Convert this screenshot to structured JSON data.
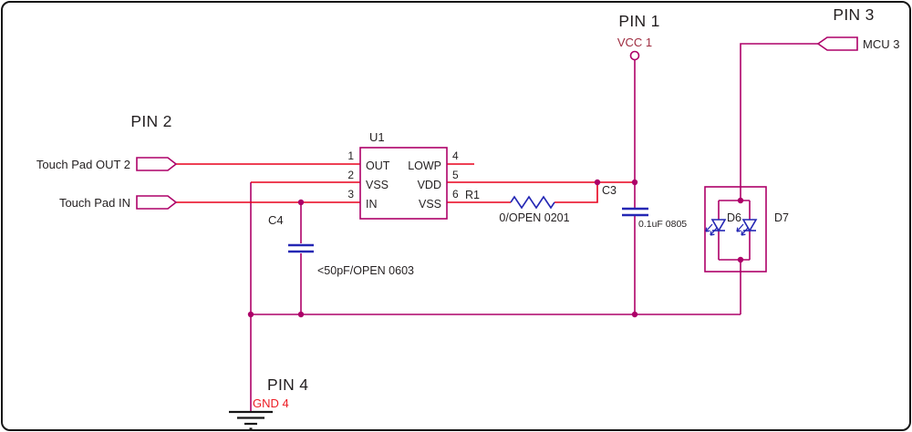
{
  "colors": {
    "wire_red": "#e8001c",
    "wire_magenta": "#ad0068",
    "component_blue": "#2427b4",
    "text_black": "#231f20",
    "vcc_text": "#9e2b3f",
    "gnd_text": "#ed1c24"
  },
  "header_pins": {
    "pin1": "PIN 1",
    "pin2": "PIN 2",
    "pin3": "PIN 3",
    "pin4": "PIN 4"
  },
  "nets": {
    "vcc": "VCC 1",
    "mcu": "MCU 3",
    "gnd": "GND 4",
    "touch_pad_out": "Touch Pad OUT 2",
    "touch_pad_in": "Touch Pad IN"
  },
  "u1": {
    "ref": "U1",
    "left_pins": [
      {
        "num": "1",
        "name": "OUT"
      },
      {
        "num": "2",
        "name": "VSS"
      },
      {
        "num": "3",
        "name": "IN"
      }
    ],
    "right_pins": [
      {
        "num": "4",
        "name": "LOWP"
      },
      {
        "num": "5",
        "name": "VDD"
      },
      {
        "num": "6",
        "name": "VSS"
      }
    ]
  },
  "components": {
    "r1": {
      "ref": "R1",
      "value": "0/OPEN 0201"
    },
    "c3": {
      "ref": "C3",
      "value": "0.1uF 0805"
    },
    "c4": {
      "ref": "C4",
      "value": "<50pF/OPEN 0603"
    },
    "d6": {
      "ref": "D6"
    },
    "d7": {
      "ref": "D7"
    }
  }
}
